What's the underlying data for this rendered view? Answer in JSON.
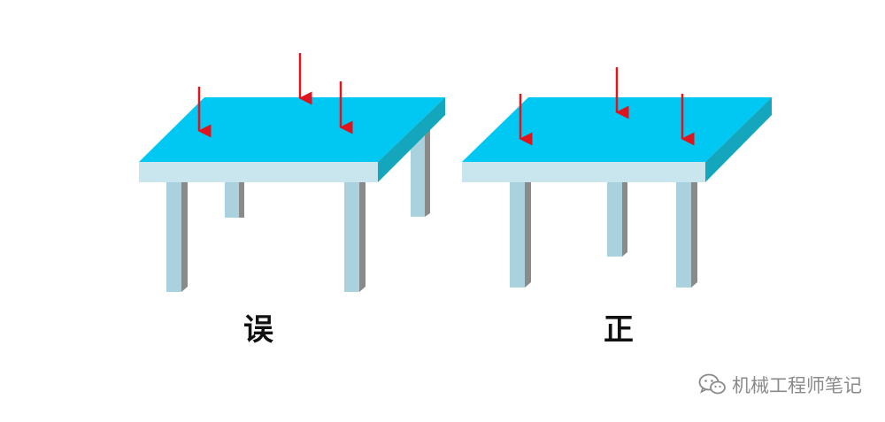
{
  "colors": {
    "table_top": "#00c8f2",
    "table_top_side": "#14a6bd",
    "table_front": "#c9e6ee",
    "leg_front": "#a9d2de",
    "leg_side": "#8a8a8a",
    "arrow": "#e0141c",
    "caption": "#111111",
    "watermark": "#8a8a8a"
  },
  "panels": [
    {
      "id": "wrong",
      "caption": "误",
      "leg_count": 4,
      "load_arrow_count": 3
    },
    {
      "id": "correct",
      "caption": "正",
      "leg_count": 3,
      "load_arrow_count": 3
    }
  ],
  "watermark": {
    "icon": "wechat-icon",
    "text": "机械工程师笔记"
  }
}
